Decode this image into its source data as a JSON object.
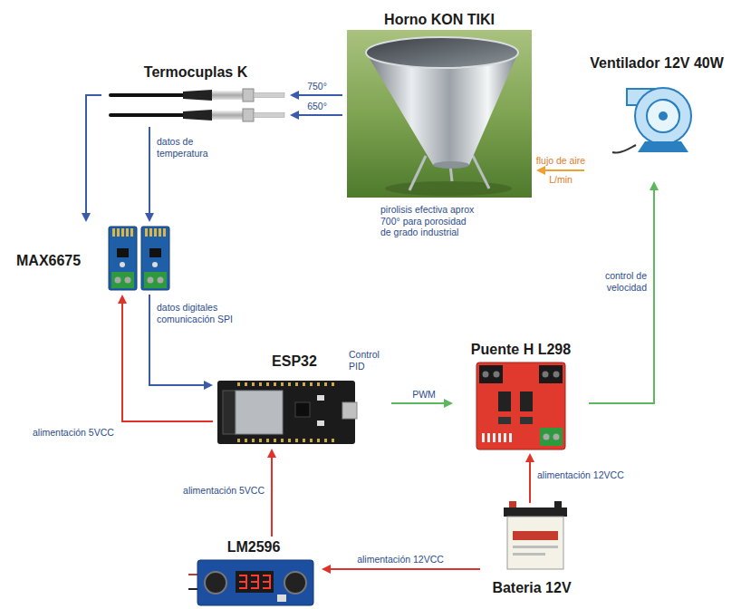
{
  "diagram": {
    "nodes": [
      {
        "text": [
          "Horno KON TIKI",
          "pirolisis efectiva aprox 700° para porosidad de grado industrial"
        ]
      },
      {
        "text": [
          "Termocuplas K"
        ]
      },
      {
        "text": [
          "Ventilador 12V 40W"
        ]
      },
      {
        "text": [
          "MAX6675"
        ]
      },
      {
        "text": [
          "ESP32",
          "Control PID"
        ]
      },
      {
        "text": [
          "Puente H L298"
        ]
      },
      {
        "text": [
          "Bateria 12V"
        ]
      },
      {
        "text": [
          "LM2596"
        ]
      }
    ],
    "edges": [
      {
        "from": 0,
        "to": 1,
        "label": "750°",
        "arrow": "to"
      },
      {
        "from": 0,
        "to": 1,
        "label": "650°",
        "arrow": "to"
      },
      {
        "from": 1,
        "to": 3,
        "arrow": "to"
      },
      {
        "from": 1,
        "to": 3,
        "label": "datos de temperatura",
        "arrow": "to"
      },
      {
        "from": 3,
        "to": 4,
        "label": "datos digitales comunicación SPI",
        "arrow": "to"
      },
      {
        "from": 4,
        "to": 3,
        "label": "alimentación 5VCC",
        "arrow": "to"
      },
      {
        "from": 4,
        "to": 5,
        "label": "PWM",
        "arrow": "to"
      },
      {
        "from": 5,
        "to": 2,
        "label": "control de velocidad",
        "arrow": "to"
      },
      {
        "from": 2,
        "to": 0,
        "label": "flujo de aire",
        "arrow": "to"
      },
      {
        "from": 7,
        "to": 4,
        "label": "alimentación 5VCC",
        "arrow": "to"
      },
      {
        "from": 6,
        "to": 5,
        "label": "alimentación 12VCC",
        "arrow": "to"
      },
      {
        "from": 6,
        "to": 7,
        "label": "alimentación 12VCC",
        "arrow": "to"
      }
    ],
    "labels": [
      "L/min"
    ]
  }
}
